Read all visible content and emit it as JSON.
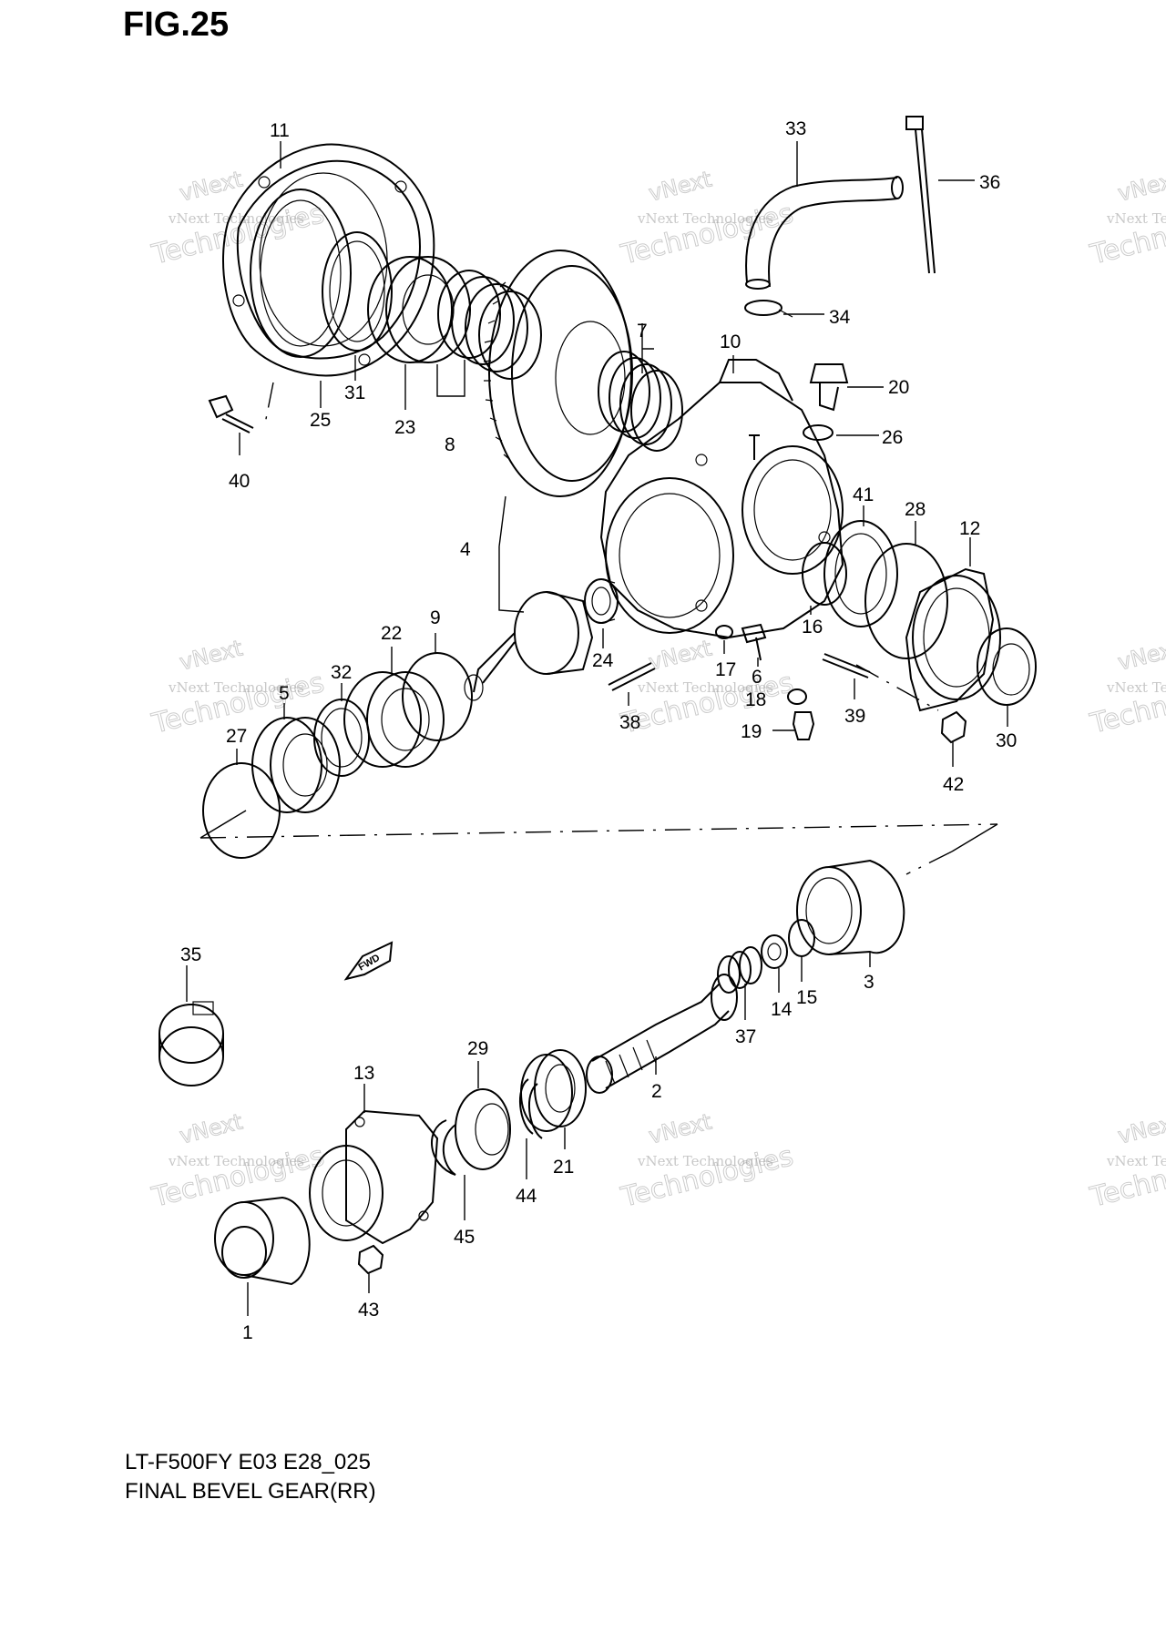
{
  "figure": {
    "title": "FIG.25",
    "model_code": "LT-F500FY E03 E28_025",
    "name": "FINAL BEVEL GEAR(RR)"
  },
  "fwd_badge": "FWD",
  "watermark": {
    "line1": "vNext Technologies",
    "line2": "vNext",
    "line3": "Technologies"
  },
  "callouts": {
    "p1": "1",
    "p2": "2",
    "p3": "3",
    "p4": "4",
    "p6": "6",
    "p7": "7",
    "p8": "8",
    "p9": "9",
    "p10": "10",
    "p11": "11",
    "p12": "12",
    "p13": "13",
    "p14": "14",
    "p15": "15",
    "p16": "16",
    "p17": "17",
    "p18": "18",
    "p19": "19",
    "p20": "20",
    "p21": "21",
    "p22": "22",
    "p23": "23",
    "p24": "24",
    "p25": "25",
    "p26": "26",
    "p27": "27",
    "p28": "28",
    "p29": "29",
    "p30": "30",
    "p31": "31",
    "p32": "32",
    "p33": "33",
    "p34": "34",
    "p35": "35",
    "p36": "36",
    "p37": "37",
    "p38": "38",
    "p39": "39",
    "p40": "40",
    "p41": "41",
    "p42": "42",
    "p43": "43",
    "p44": "44",
    "p45": "45",
    "p5": "5"
  }
}
